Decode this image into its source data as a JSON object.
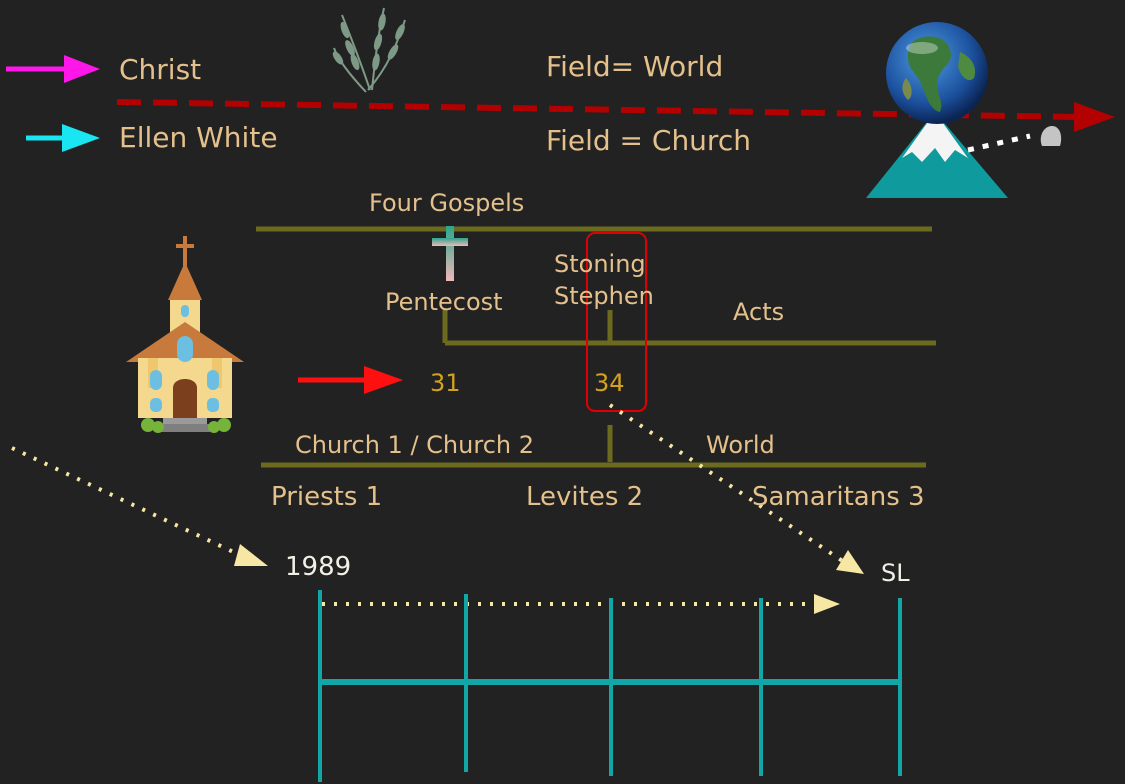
{
  "legend": {
    "christ": {
      "label": "Christ",
      "arrow_color": "#ff16e8"
    },
    "ellen_white": {
      "label": "Ellen White",
      "arrow_color": "#19e6f2"
    }
  },
  "fields": {
    "world": "Field= World",
    "church": "Field = Church"
  },
  "timeline": {
    "four_gospels": "Four Gospels",
    "pentecost": "Pentecost",
    "stoning_stephen_line1": "Stoning",
    "stoning_stephen_line2": "Stephen",
    "acts": "Acts",
    "year_31": "31",
    "year_34": "34",
    "church_1_2": "Church 1 / Church 2",
    "world": "World",
    "priests": "Priests 1",
    "levites": "Levites 2",
    "samaritans": "Samaritans 3"
  },
  "bottom": {
    "year_1989": "1989",
    "sl": "SL"
  },
  "colors": {
    "background": "#222222",
    "olive_line": "#6b6a1f",
    "teal_line": "#13a6a6",
    "red_dashed": "#b30000",
    "dotted_arrow": "#f7e7a4",
    "highlight_box": "#e00000"
  },
  "icons": [
    "wheat-icon",
    "globe-icon",
    "mountain-icon",
    "stone-icon",
    "cross-icon",
    "church-icon"
  ]
}
